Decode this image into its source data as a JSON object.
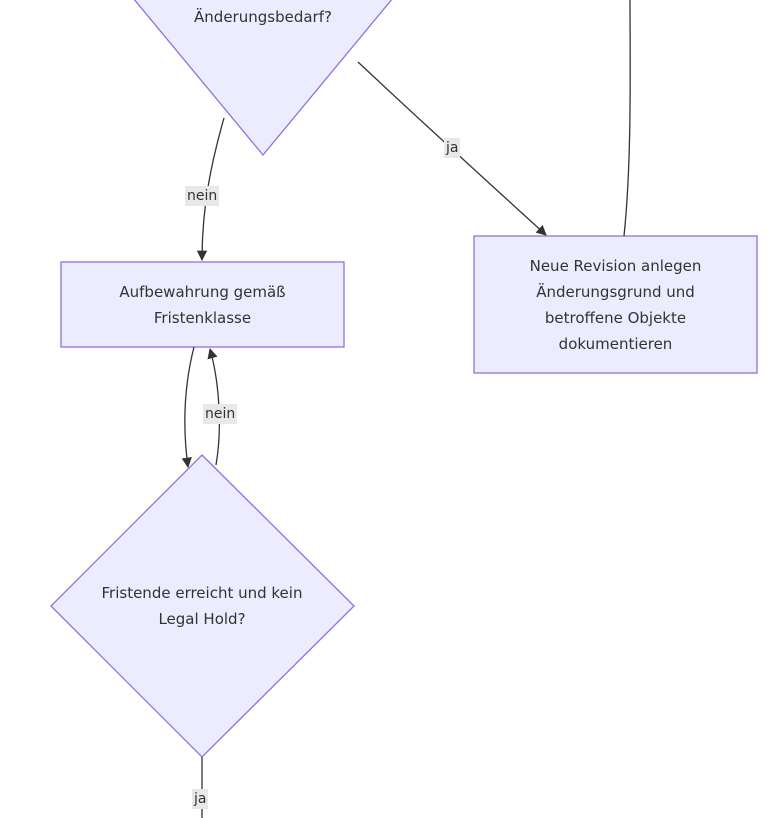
{
  "diagram": {
    "nodes": {
      "decision_change": {
        "text": "Änderungsbedarf?"
      },
      "retention": {
        "line1": "Aufbewahrung gemäß",
        "line2": "Fristenklasse"
      },
      "new_revision": {
        "line1": "Neue Revision anlegen",
        "line2": "Änderungsgrund und",
        "line3": "betroffene Objekte",
        "line4": "dokumentieren"
      },
      "decision_deadline": {
        "line1": "Fristende erreicht und kein",
        "line2": "Legal Hold?"
      }
    },
    "edges": {
      "change_no": "nein",
      "change_yes": "ja",
      "deadline_no": "nein",
      "deadline_yes": "ja"
    },
    "colors": {
      "node_fill": "#ECECFF",
      "node_stroke": "#9370DB",
      "edge": "#333333",
      "label_bg": "#E8E8E8"
    }
  }
}
